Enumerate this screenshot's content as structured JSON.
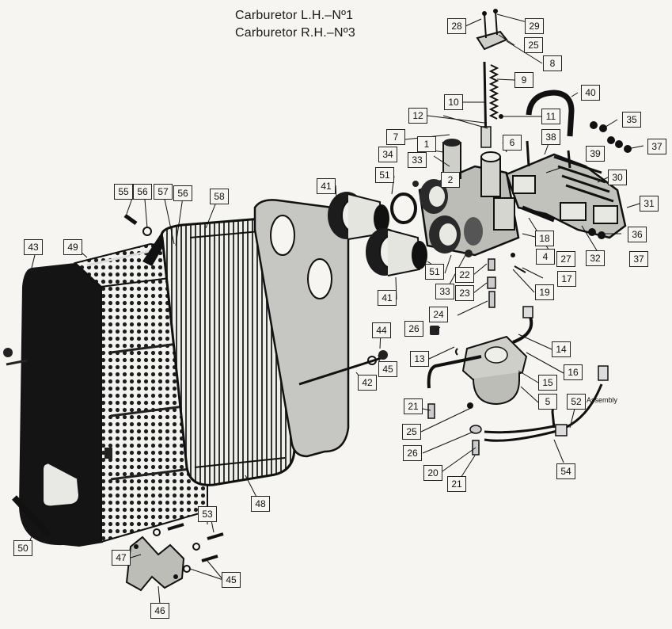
{
  "titles": [
    "Carburetor L.H.–Nº1",
    "Carburetor R.H.–Nº3"
  ],
  "assembly_note": "Assembly",
  "callouts": [
    "1",
    "2",
    "4",
    "5",
    "6",
    "7",
    "8",
    "9",
    "10",
    "11",
    "12",
    "13",
    "14",
    "15",
    "16",
    "17",
    "18",
    "19",
    "20",
    "21",
    "21",
    "22",
    "23",
    "24",
    "25",
    "25",
    "26",
    "26",
    "27",
    "28",
    "29",
    "30",
    "31",
    "32",
    "33",
    "33",
    "34",
    "35",
    "36",
    "37",
    "37",
    "38",
    "39",
    "40",
    "41",
    "41",
    "42",
    "43",
    "44",
    "45",
    "45",
    "46",
    "47",
    "48",
    "49",
    "50",
    "51",
    "51",
    "52",
    "53",
    "54",
    "55",
    "56",
    "56",
    "57",
    "58"
  ]
}
